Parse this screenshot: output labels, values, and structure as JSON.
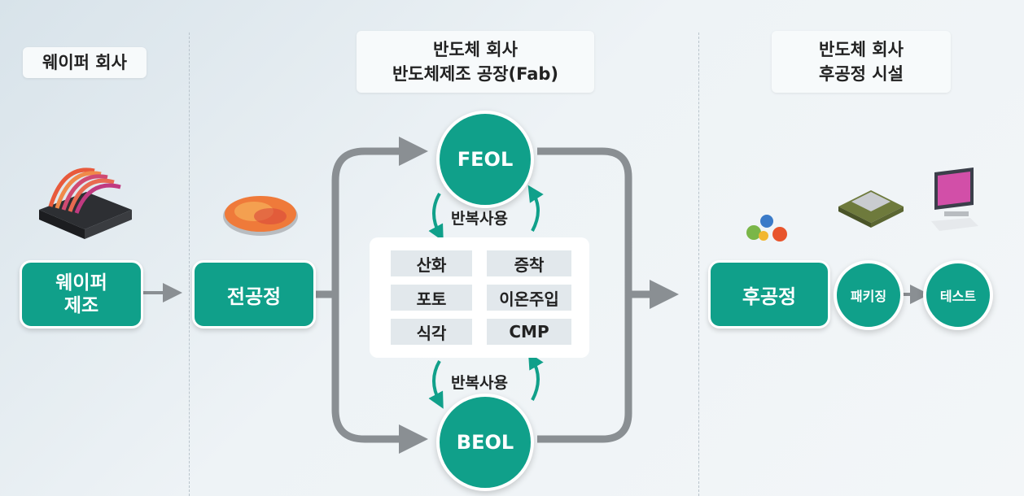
{
  "sections": {
    "wafer_company": "웨이퍼 회사",
    "fab_company_line1": "반도체 회사",
    "fab_company_line2": "반도체제조 공장(Fab)",
    "backend_company_line1": "반도체 회사",
    "backend_company_line2": "후공정 시설"
  },
  "steps": {
    "wafer_line1": "웨이퍼",
    "wafer_line2": "제조",
    "front_end": "전공정",
    "feol": "FEOL",
    "beol": "BEOL",
    "repeat_top": "반복사용",
    "repeat_bottom": "반복사용",
    "back_end": "후공정",
    "packaging": "패키징",
    "test": "테스트"
  },
  "processes": [
    "산화",
    "증착",
    "포토",
    "이온주입",
    "식각",
    "CMP"
  ],
  "colors": {
    "teal": "#10a08a",
    "arrow_gray": "#8a8f93",
    "panel_cell": "#e2e8ec"
  }
}
